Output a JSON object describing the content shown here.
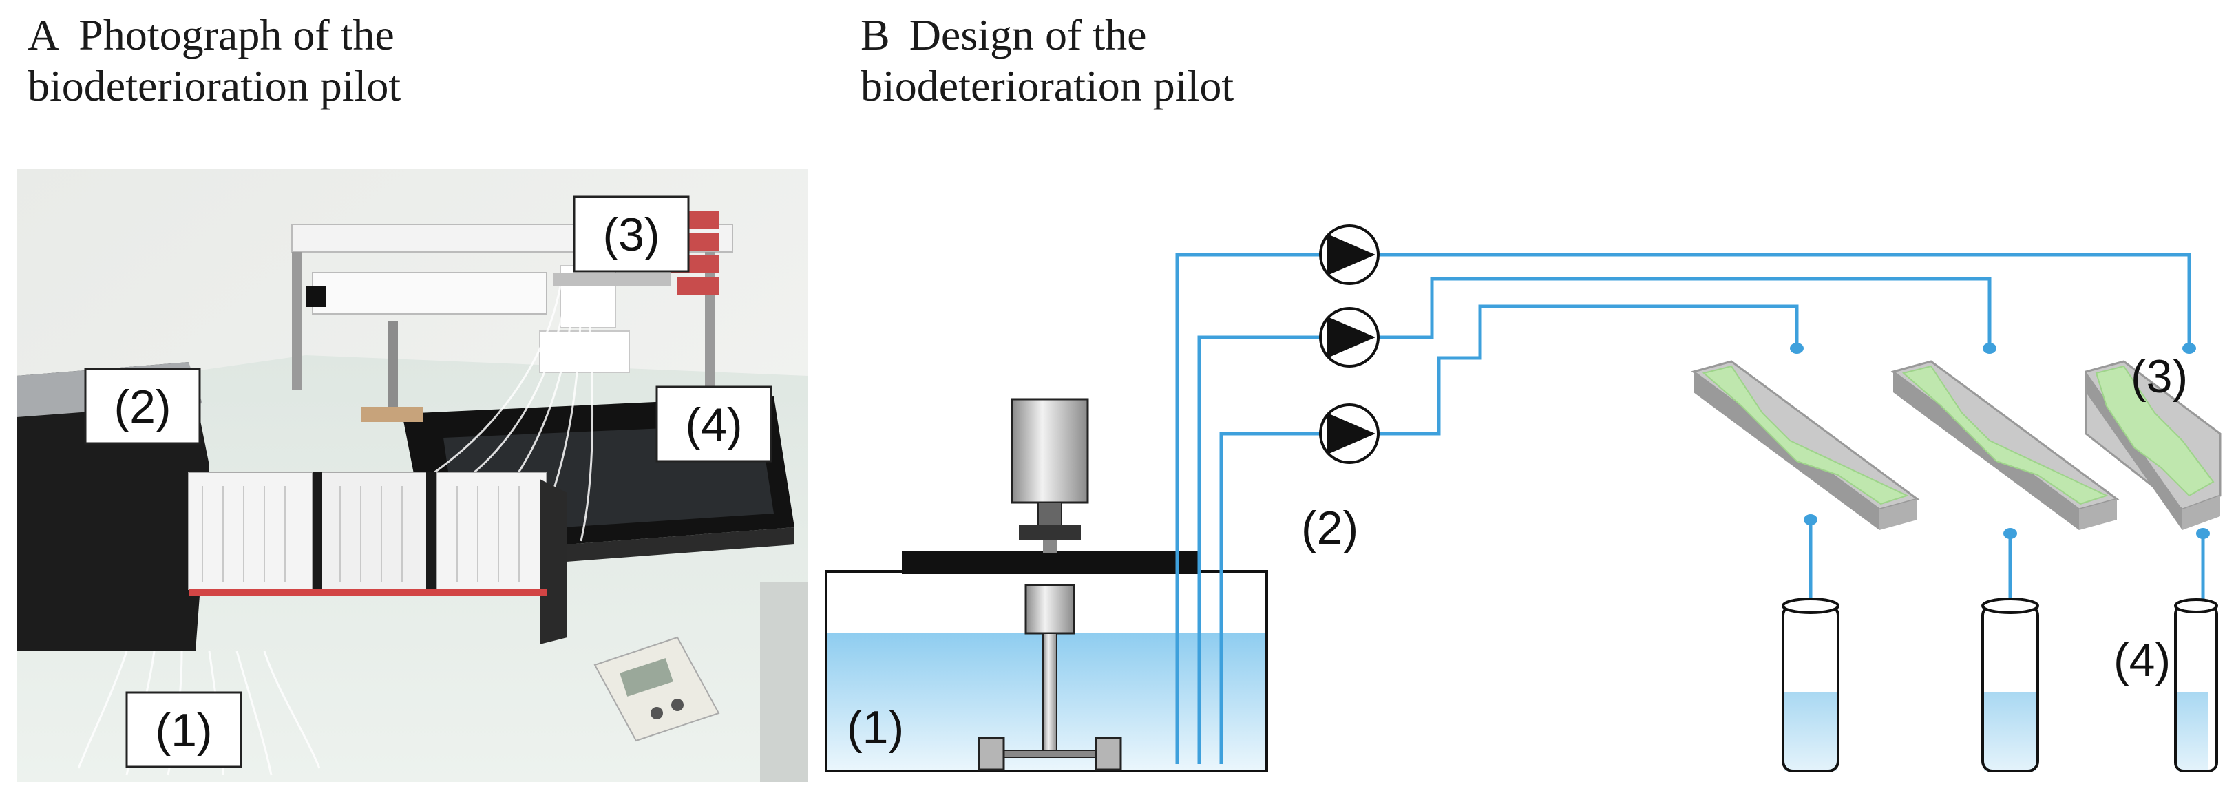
{
  "panel_a": {
    "letter": "A",
    "title_line1": "Photograph of the",
    "title_line2": "biodeterioration pilot",
    "labels": {
      "tank": "(1)",
      "pump": "(2)",
      "plates": "(3)",
      "tubes": "(4)"
    }
  },
  "panel_b": {
    "letter": "B",
    "title_line1": "Design of the",
    "title_line2": "biodeterioration pilot",
    "labels": {
      "tank": "(1)",
      "pump": "(2)",
      "plates": "(3)",
      "tubes": "(4)"
    }
  },
  "colors": {
    "tubing": "#3ea0dc",
    "water": "#bfe3f7",
    "slab_top": "#c9c9c9",
    "biofilm": "#bfe7ae",
    "photo_wall": "#ecedeb",
    "photo_table": "#e6ece6"
  }
}
